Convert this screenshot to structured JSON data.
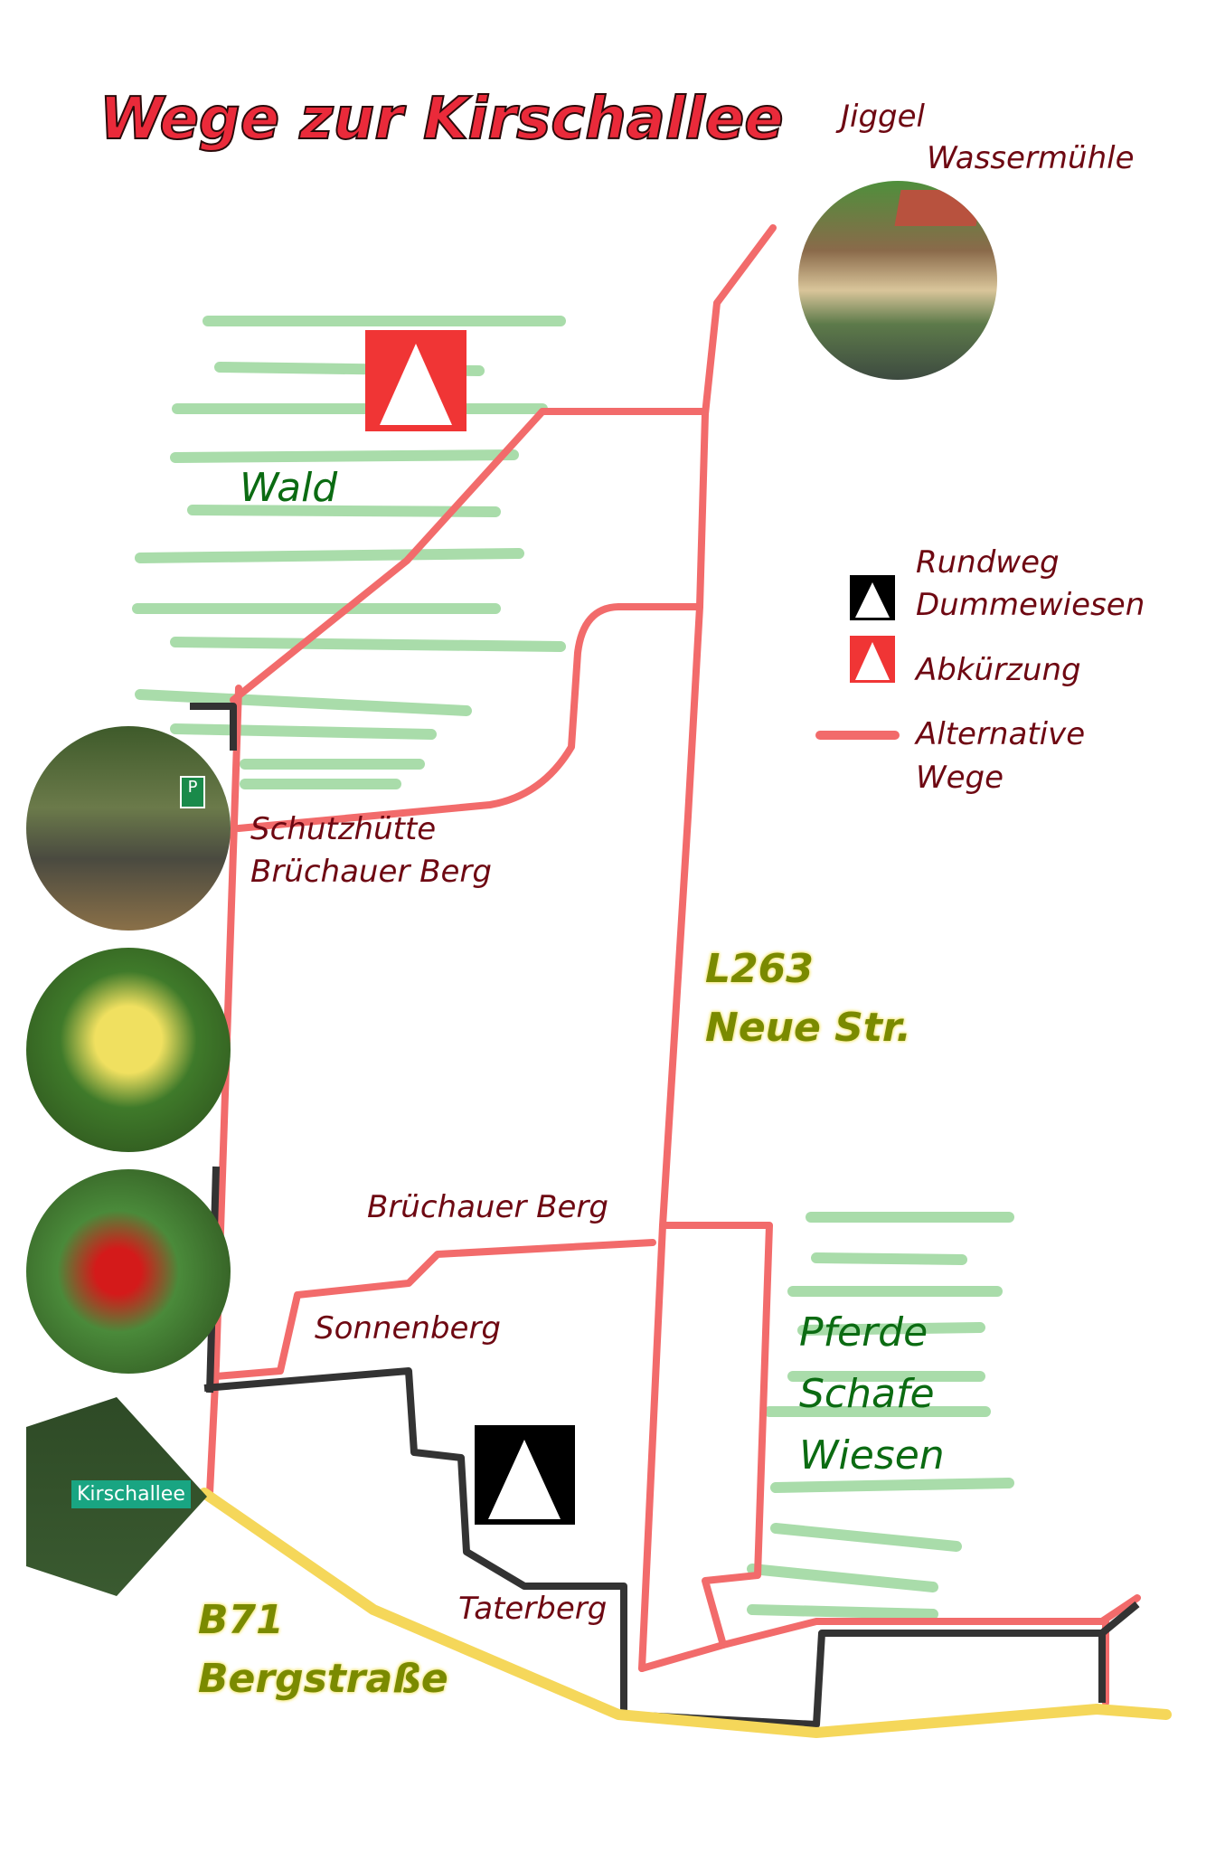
{
  "title": "Wege zur Kirschallee",
  "places": {
    "jiggel": "Jiggel",
    "mill": "Wassermühle",
    "forest": "Wald",
    "hut_line1": "Schutzhütte",
    "hut_line2": "Brüchauer Berg",
    "road_l263_line1": "L263",
    "road_l263_line2": "Neue Str.",
    "bruchauer_berg": "Brüchauer Berg",
    "sonnenberg": "Sonnenberg",
    "meadow_line1": "Pferde",
    "meadow_line2": "Schafe",
    "meadow_line3": "Wiesen",
    "taterberg": "Taterberg",
    "road_b71_line1": "B71",
    "road_b71_line2": "Bergstraße",
    "sign_text": "Kirschallee"
  },
  "legend": {
    "rundweg_line1": "Rundweg",
    "rundweg_line2": "Dummewiesen",
    "shortcut": "Abkürzung",
    "alt_line1": "Alternative",
    "alt_line2": "Wege"
  },
  "colors": {
    "alt_route": "#f26b6b",
    "rundweg": "#333333",
    "road": "#f5d75a",
    "vegetation": "#a9dcaa",
    "shortcut": "#f03535"
  }
}
